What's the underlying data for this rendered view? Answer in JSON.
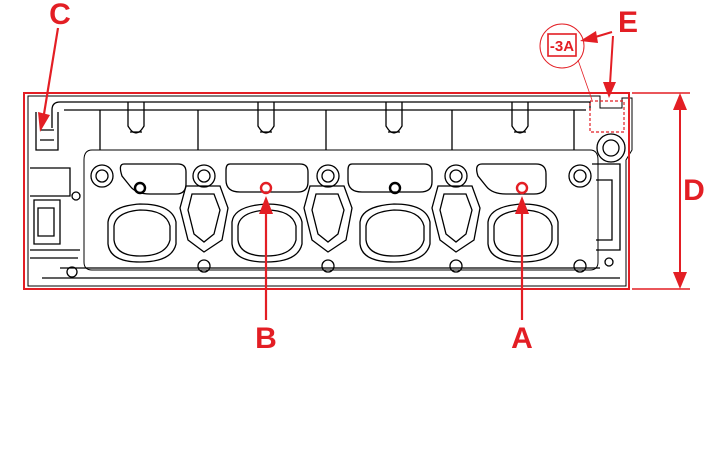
{
  "diagram": {
    "callouts": {
      "a": "A",
      "b": "B",
      "c": "C",
      "d": "D",
      "e": "E"
    },
    "badge_text": "-3A",
    "colors": {
      "accent": "#e31e24",
      "line": "#000000",
      "background": "#ffffff"
    }
  }
}
